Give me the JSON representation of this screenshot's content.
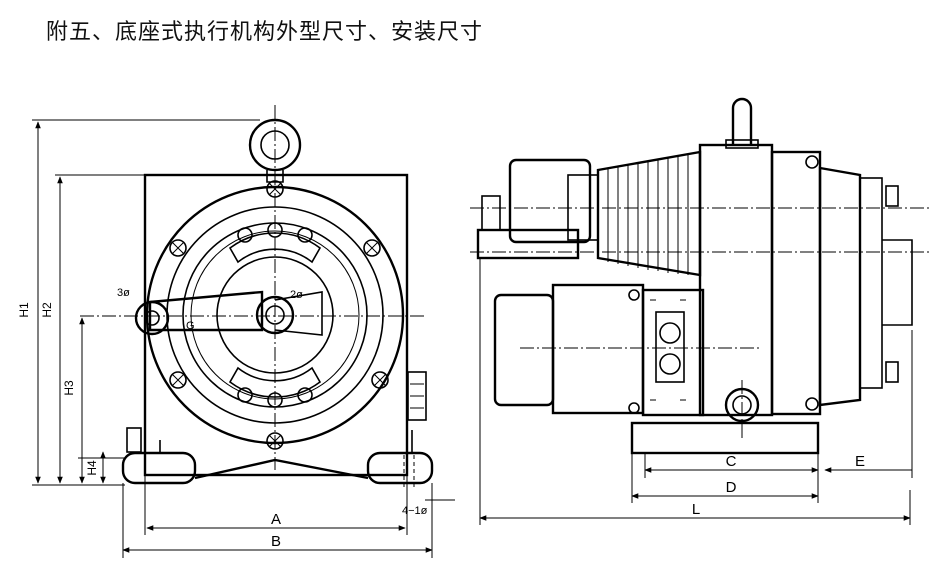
{
  "title": "附五、底座式执行机构外型尺寸、安装尺寸",
  "dimensions": {
    "H1": "H1",
    "H2": "H2",
    "H3": "H3",
    "H4": "H4",
    "A": "A",
    "B": "B",
    "C": "C",
    "D": "D",
    "E": "E",
    "L": "L",
    "G": "G",
    "hole_3": "3ø",
    "hole_2": "2ø",
    "holes_4": "4−1ø"
  }
}
